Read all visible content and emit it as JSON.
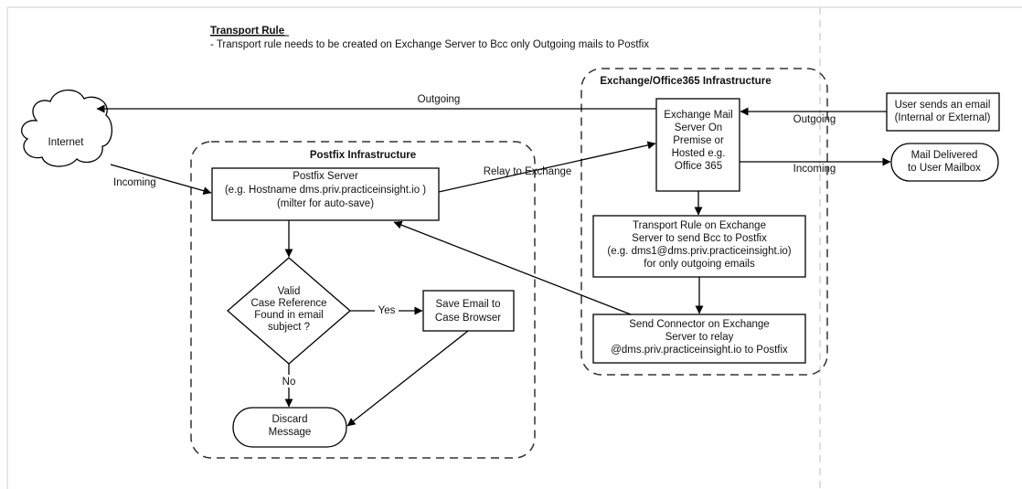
{
  "title": "Transport Rule",
  "subtitle": "- Transport rule needs to be created on Exchange Server to Bcc only Outgoing mails to Postfix",
  "groups": {
    "postfix": "Postfix Infrastructure",
    "exchange": "Exchange/Office365 Infrastructure"
  },
  "nodes": {
    "internet": [
      "Internet"
    ],
    "postfix_server": [
      "Postfix Server",
      "(e.g. Hostname dms.priv.practiceinsight.io )",
      "(milter for auto-save)"
    ],
    "valid_case": [
      "Valid",
      "Case Reference",
      "Found in email",
      "subject ?"
    ],
    "save_email": [
      "Save Email to",
      "Case Browser"
    ],
    "discard": [
      "Discard",
      "Message"
    ],
    "exchange_server": [
      "Exchange Mail",
      "Server On",
      "Premise or",
      "Hosted e.g.",
      "Office 365"
    ],
    "transport_rule": [
      "Transport Rule on Exchange",
      "Server to send Bcc to Postfix",
      "(e.g. dms1@dms.priv.practiceinsight.io)",
      "for only outgoing emails"
    ],
    "send_connector": [
      "Send Connector on Exchange",
      "Server to relay",
      "@dms.priv.practiceinsight.io to Postfix"
    ],
    "user_sends": [
      "User sends an email",
      "(Internal or External)"
    ],
    "mail_delivered": [
      "Mail Delivered",
      "to User Mailbox"
    ]
  },
  "edges": {
    "outgoing_top": "Outgoing",
    "incoming_left": "Incoming",
    "relay": "Relay to Exchange",
    "outgoing_right": "Outgoing",
    "incoming_right": "Incoming",
    "yes": "Yes",
    "no": "No"
  }
}
